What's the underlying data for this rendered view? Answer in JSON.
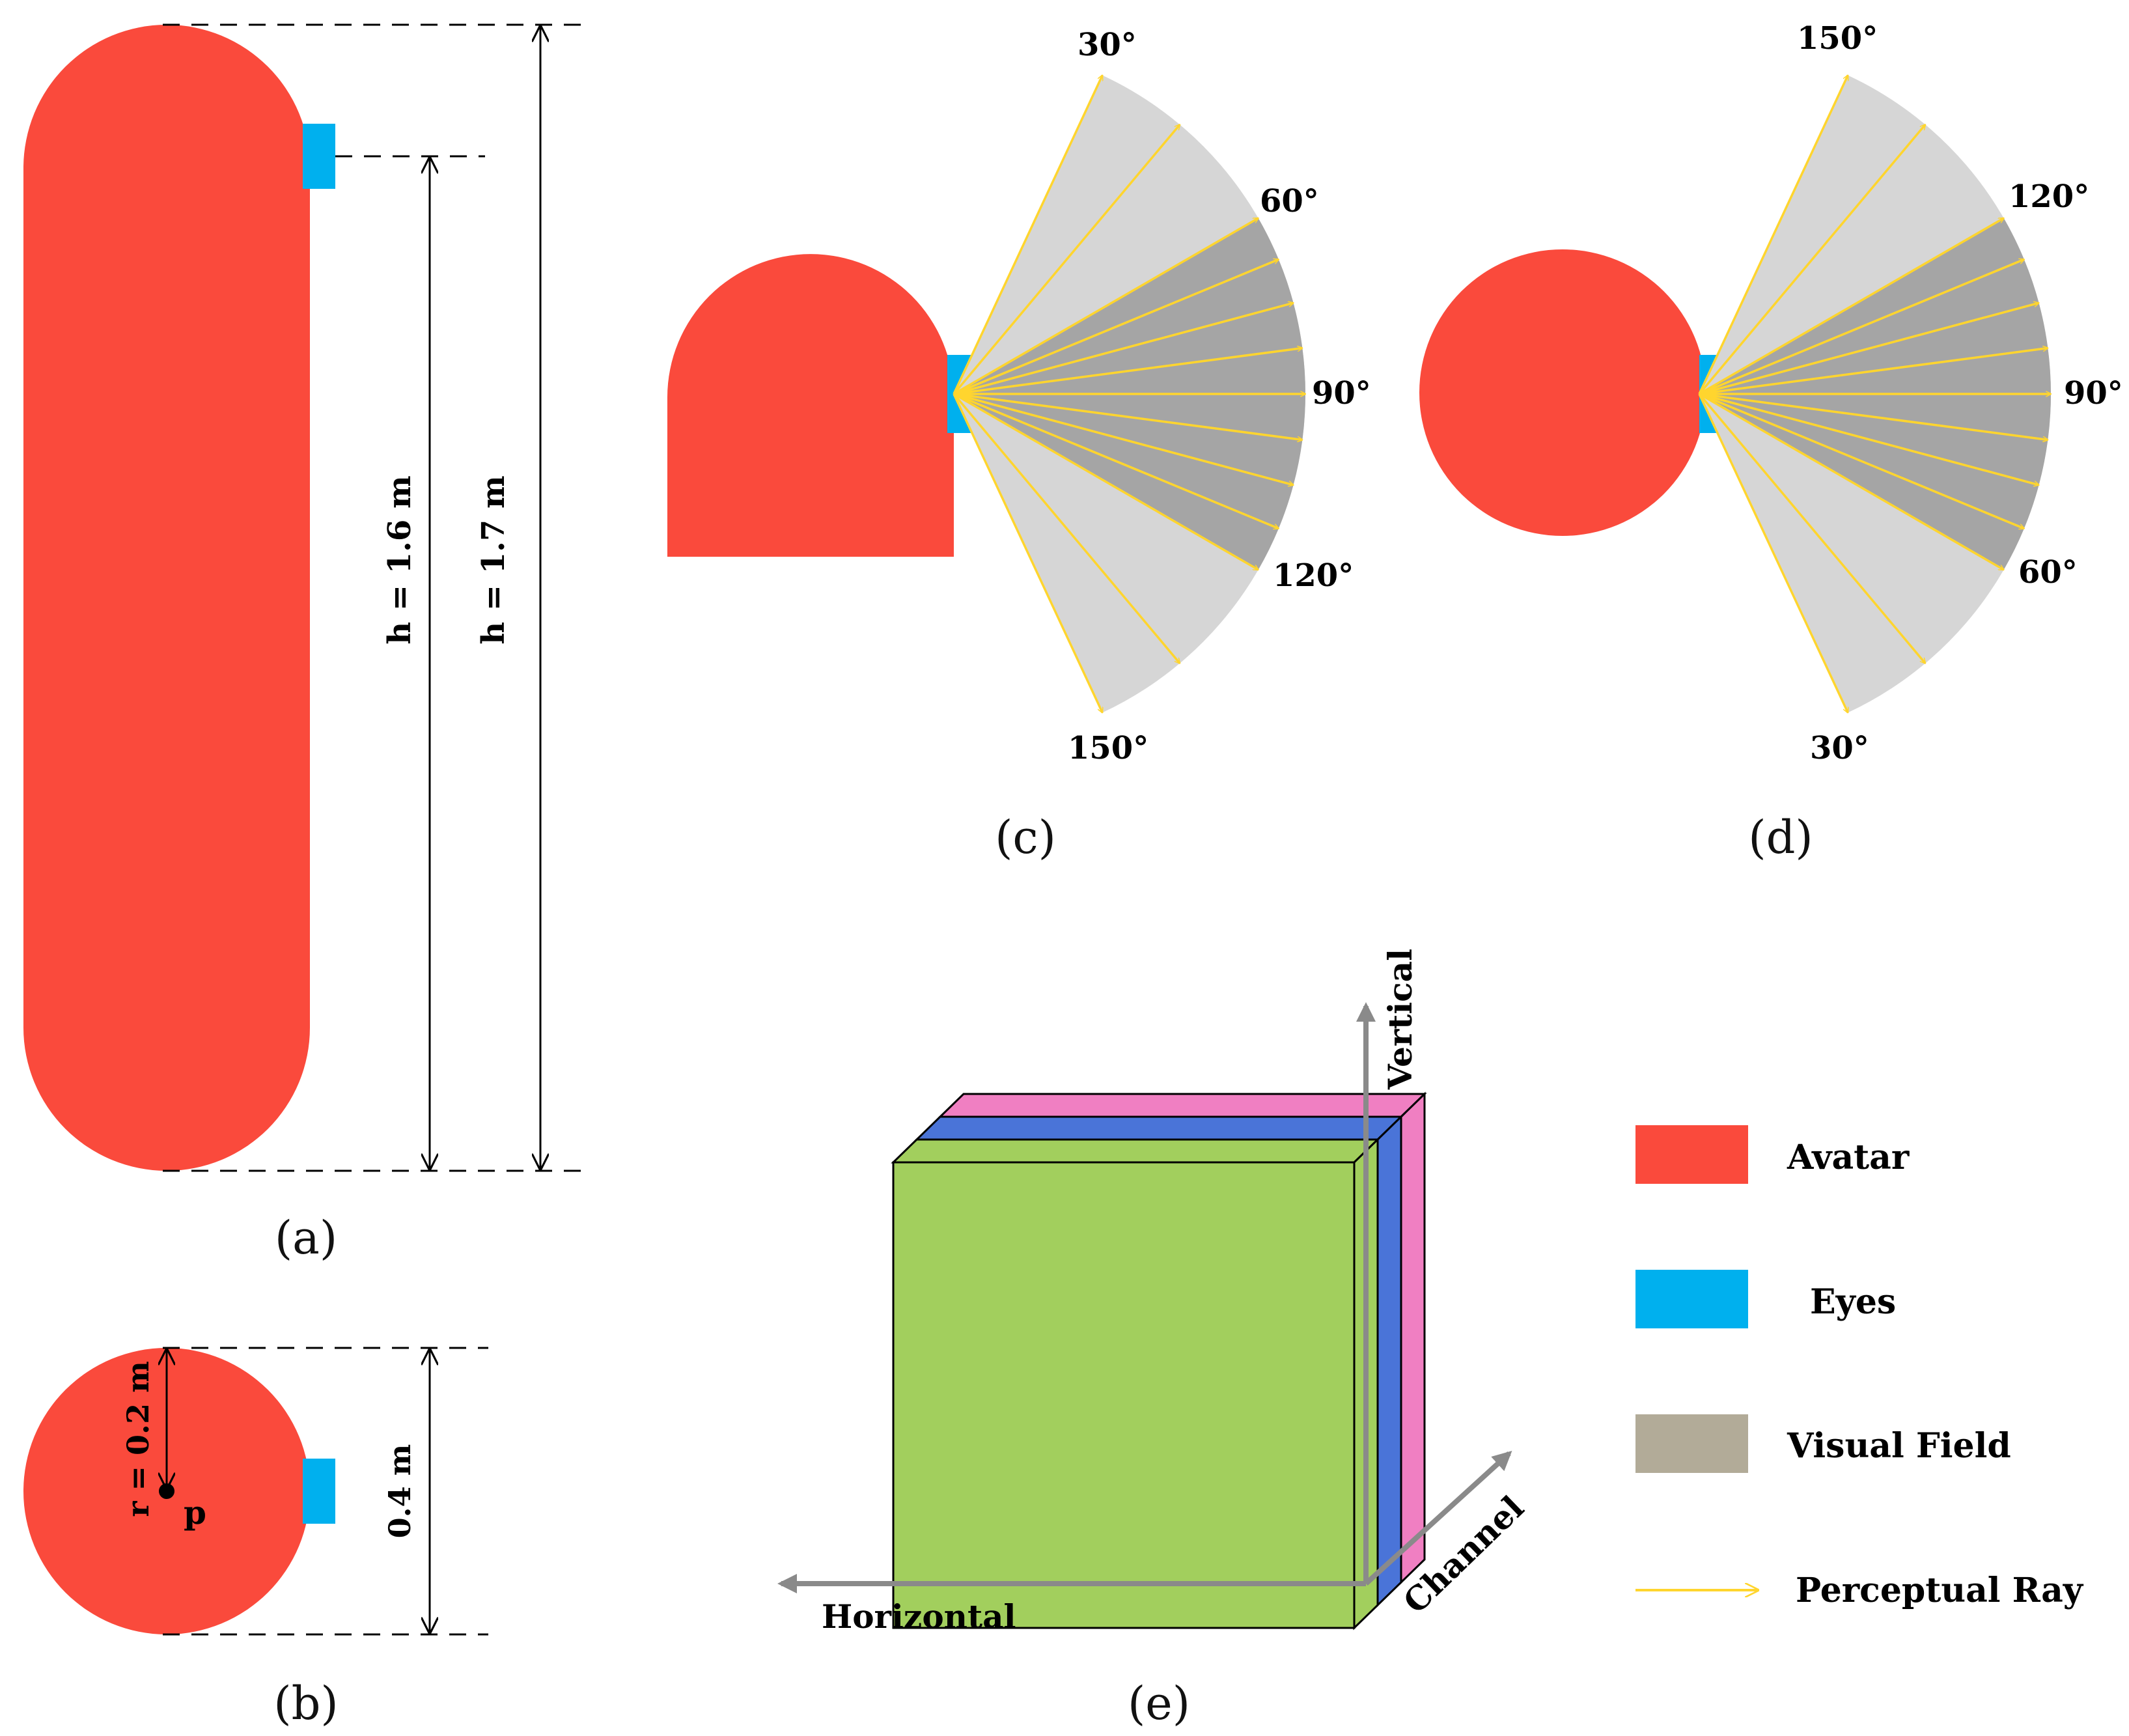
{
  "colors": {
    "avatar": "#fa4a3c",
    "eyes": "#00b0ee",
    "visual_field_light": "#d6d6d6",
    "visual_field_dark": "#a5a5a5",
    "legend_visual_field": "#b2ab98",
    "ray": "#ffd52e",
    "layer_green": "#a2cf5d",
    "layer_blue": "#4a74d8",
    "layer_pink": "#f07fc2",
    "axis_gray": "#8a8a8a"
  },
  "panel_a": {
    "caption": "(a)",
    "dim_eye": "h = 1.6 m",
    "dim_total": "h = 1.7 m"
  },
  "panel_b": {
    "caption": "(b)",
    "radius": "r = 0.2 m",
    "center": "p",
    "diameter": "0.4 m"
  },
  "panel_c": {
    "caption": "(c)",
    "angles": [
      "30°",
      "60°",
      "90°",
      "120°",
      "150°"
    ]
  },
  "panel_d": {
    "caption": "(d)",
    "angles": [
      "150°",
      "120°",
      "90°",
      "60°",
      "30°"
    ]
  },
  "panel_e": {
    "caption": "(e)",
    "axis_vertical": "Vertical",
    "axis_horizontal": "Horizontal",
    "axis_channel": "Channel"
  },
  "legend": [
    {
      "label": "Avatar",
      "icon": "red-swatch"
    },
    {
      "label": "Eyes",
      "icon": "blue-swatch"
    },
    {
      "label": "Visual Field",
      "icon": "gray-swatch"
    },
    {
      "label": "Perceptual Ray",
      "icon": "yellow-arrow"
    }
  ]
}
